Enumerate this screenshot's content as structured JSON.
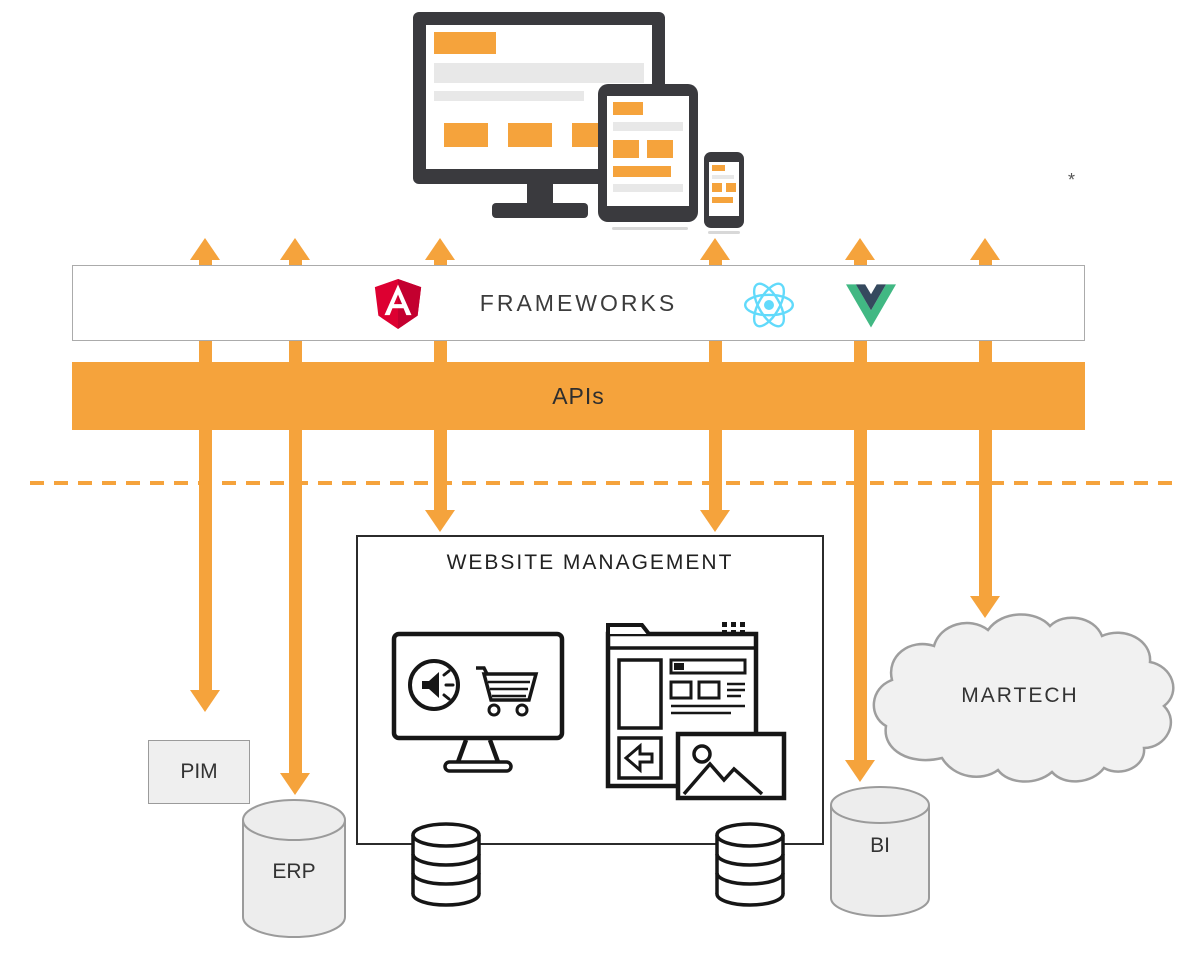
{
  "colors": {
    "orange": "#F5A33C",
    "device_dark": "#3A3A3E",
    "node_fill": "#EFEFEF",
    "node_border": "#9B9B9B",
    "angular_red": "#DD0031",
    "react_blue": "#61DAFB",
    "vue_green": "#41B883",
    "vue_dark": "#35495E",
    "line_art": "#161616"
  },
  "devices": {
    "icons": [
      {
        "name": "desktop-monitor-icon"
      },
      {
        "name": "tablet-icon"
      },
      {
        "name": "smartphone-icon"
      }
    ]
  },
  "frameworks_bar": {
    "label": "FRAMEWORKS",
    "icons": [
      {
        "name": "angular-icon"
      },
      {
        "name": "react-icon"
      },
      {
        "name": "vue-icon"
      }
    ]
  },
  "apis_bar": {
    "label": "APIs"
  },
  "website_management": {
    "title": "WEBSITE MANAGEMENT",
    "icons": [
      {
        "name": "commerce-monitor-icon"
      },
      {
        "name": "page-builder-icon"
      },
      {
        "name": "database-icon"
      },
      {
        "name": "database-icon"
      }
    ]
  },
  "nodes": {
    "pim": {
      "label": "PIM",
      "shape": "box"
    },
    "erp": {
      "label": "ERP",
      "shape": "cylinder"
    },
    "bi": {
      "label": "BI",
      "shape": "cylinder"
    },
    "martech": {
      "label": "MARTECH",
      "shape": "cloud"
    }
  },
  "misc": {
    "asterisk": "*"
  }
}
